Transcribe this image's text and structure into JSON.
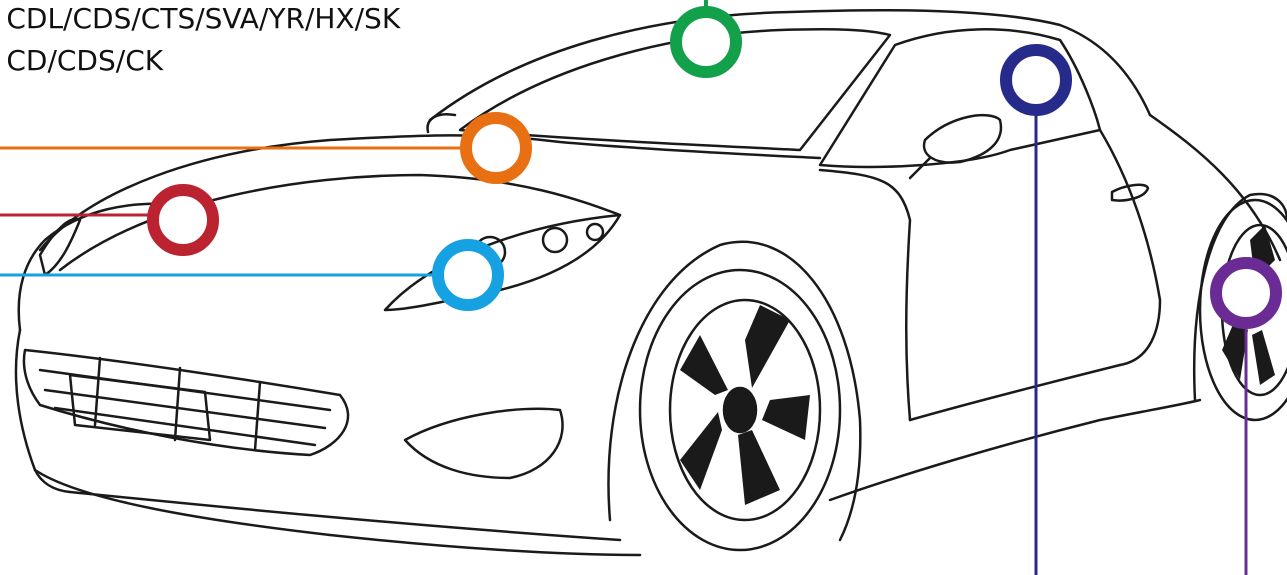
{
  "labels": [
    {
      "text": ": CDL/CDS/CTS/SVA/YR/HX/SK"
    },
    {
      "text": ": CD/CDS/CK"
    }
  ],
  "colors": {
    "green": "#13a04a",
    "orange": "#e86f12",
    "red": "#bb2330",
    "cyan": "#16a2e2",
    "navy": "#262a8a",
    "purple": "#6b2b94",
    "outline": "#1a1a1a"
  },
  "markers": [
    {
      "name": "windshield-marker",
      "color": "green"
    },
    {
      "name": "hood-marker",
      "color": "orange"
    },
    {
      "name": "bumper-marker",
      "color": "red"
    },
    {
      "name": "headlight-marker",
      "color": "cyan"
    },
    {
      "name": "side-window-marker",
      "color": "navy"
    },
    {
      "name": "rear-wheel-marker",
      "color": "purple"
    }
  ]
}
